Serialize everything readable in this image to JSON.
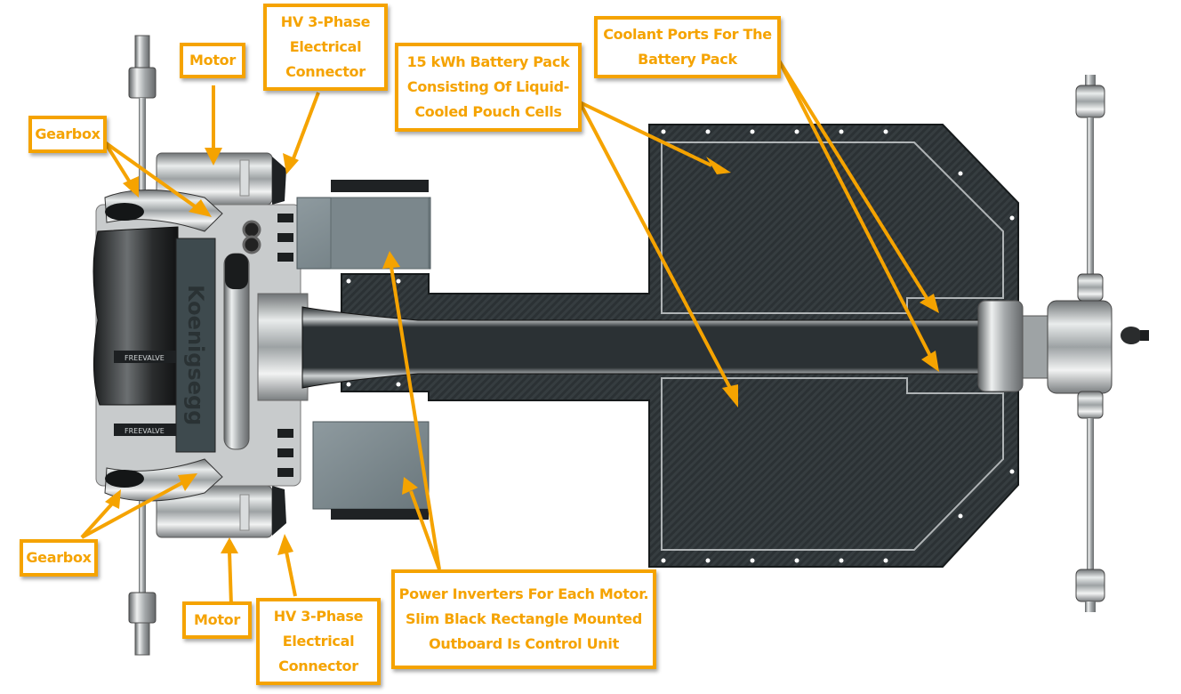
{
  "diagram": {
    "subject": "Electric drivetrain top view",
    "brand_mark": "Koenigsegg",
    "engine_plate_upper": "FREEVALVE",
    "engine_plate_lower": "FREEVALVE",
    "accent_color": "#f5a300",
    "battery_color": "#2a3033",
    "inverter_color": "#7d8a8f"
  },
  "callouts": {
    "motor_top": {
      "lines": [
        "Motor"
      ]
    },
    "hv_connector_top": {
      "lines": [
        "HV 3-Phase",
        "Electrical",
        "Connector"
      ]
    },
    "gearbox_top": {
      "lines": [
        "Gearbox"
      ]
    },
    "battery_pack": {
      "lines": [
        "15 kWh Battery Pack",
        "Consisting Of Liquid-",
        "Cooled Pouch Cells"
      ]
    },
    "coolant_ports": {
      "lines": [
        "Coolant Ports For The",
        "Battery Pack"
      ]
    },
    "gearbox_bottom": {
      "lines": [
        "Gearbox"
      ]
    },
    "motor_bottom": {
      "lines": [
        "Motor"
      ]
    },
    "hv_connector_bottom": {
      "lines": [
        "HV 3-Phase",
        "Electrical",
        "Connector"
      ]
    },
    "power_inverters": {
      "lines": [
        "Power Inverters For Each Motor.",
        "Slim Black Rectangle Mounted",
        "Outboard Is Control Unit"
      ]
    }
  }
}
